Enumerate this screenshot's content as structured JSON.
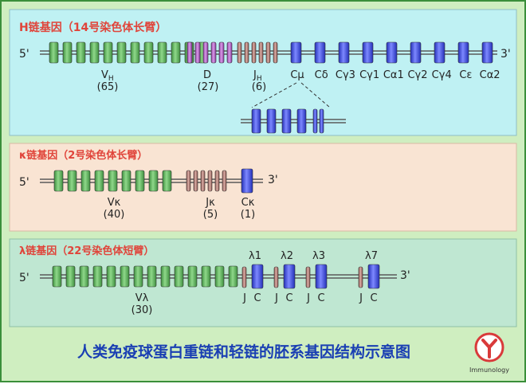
{
  "colors": {
    "outer_bg": "#cfeec0",
    "panel_h": "#bff1f3",
    "panel_k": "#f9e4d3",
    "panel_l": "#bfe7d2",
    "title_red": "#e0443a",
    "footer_blue": "#1a3fb3",
    "v_green": "#5fb55f",
    "d_purple": "#b15cc4",
    "j_brown": "#b37a72",
    "c_blue": "#3e4ce0"
  },
  "heavy": {
    "title": "H链基因（14号染色体长臂）",
    "end5": "5'",
    "end3": "3'",
    "v_label": "V",
    "v_sub": "H",
    "v_count": "(65)",
    "d_label": "D",
    "d_count": "(27)",
    "j_label": "J",
    "j_sub": "H",
    "j_count": "(6)",
    "c_labels": [
      "Cμ",
      "Cδ",
      "Cγ3",
      "Cγ1",
      "Cα1",
      "Cγ2",
      "Cγ4",
      "Cε",
      "Cα2"
    ]
  },
  "kappa": {
    "title": "κ链基因（2号染色体长臂）",
    "end5": "5'",
    "end3": "3'",
    "v_label": "Vκ",
    "v_count": "(40)",
    "j_label": "Jκ",
    "j_count": "(5)",
    "c_label": "Cκ",
    "c_count": "(1)"
  },
  "lambda": {
    "title": "λ链基因（22号染色体短臂）",
    "end5": "5'",
    "end3": "3'",
    "v_label": "Vλ",
    "v_count": "(30)",
    "units": [
      "λ1",
      "λ2",
      "λ3",
      "λ7"
    ],
    "j_letter": "J",
    "c_letter": "C"
  },
  "footer": {
    "caption": "人类免疫球蛋白重链和轻链的胚系基因结构示意图",
    "logo_text": "Immunology"
  }
}
